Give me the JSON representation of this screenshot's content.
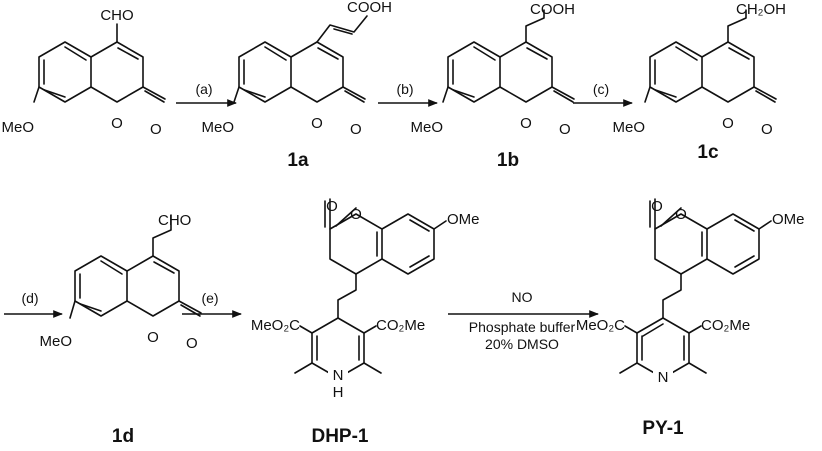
{
  "scheme": {
    "steps": {
      "a": "(a)",
      "b": "(b)",
      "c": "(c)",
      "d": "(d)",
      "e": "(e)",
      "no": "NO",
      "buffer": "Phosphate buffer",
      "dmso": "20% DMSO"
    },
    "compounds": {
      "c1a": "1a",
      "c1b": "1b",
      "c1c": "1c",
      "c1d": "1d",
      "dhp": "DHP-1",
      "py": "PY-1"
    },
    "groups": {
      "cho": "CHO",
      "cooh": "COOH",
      "ch2oh": "CH₂OH",
      "meo": "MeO",
      "ome": "OMe",
      "o": "O",
      "n": "N",
      "nh": "NH",
      "h": "H",
      "ester_left": "MeO₂C",
      "ester_right": "CO₂Me"
    }
  }
}
